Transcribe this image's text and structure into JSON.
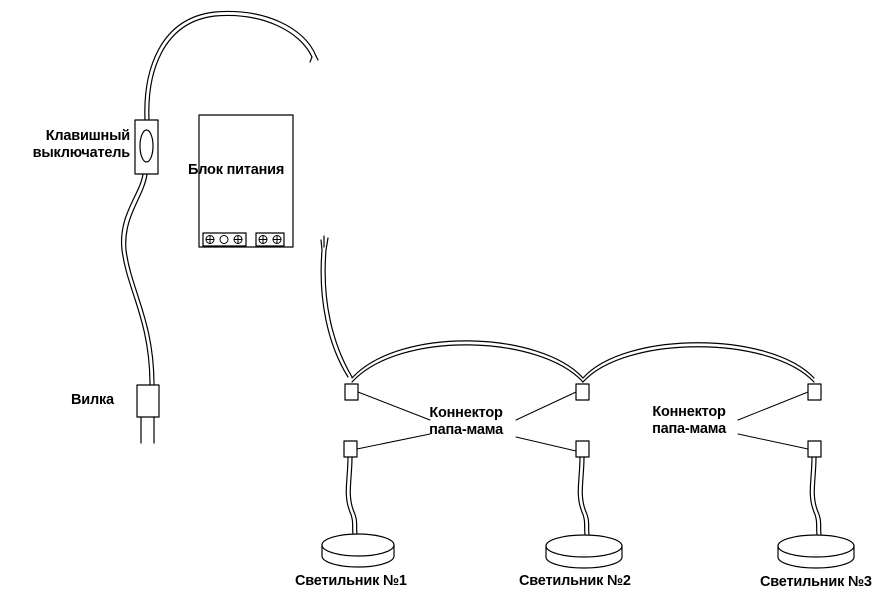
{
  "labels": {
    "switch_line1": "Клавишный",
    "switch_line2": "выключатель",
    "power_supply": "Блок питания",
    "plug": "Вилка",
    "connector1_line1": "Коннектор",
    "connector1_line2": "папа-мама",
    "connector2_line1": "Коннектор",
    "connector2_line2": "папа-мама",
    "lamp1": "Светильник №1",
    "lamp2": "Светильник №2",
    "lamp3": "Светильник №3"
  },
  "colors": {
    "line": "#000000",
    "background": "#ffffff"
  }
}
